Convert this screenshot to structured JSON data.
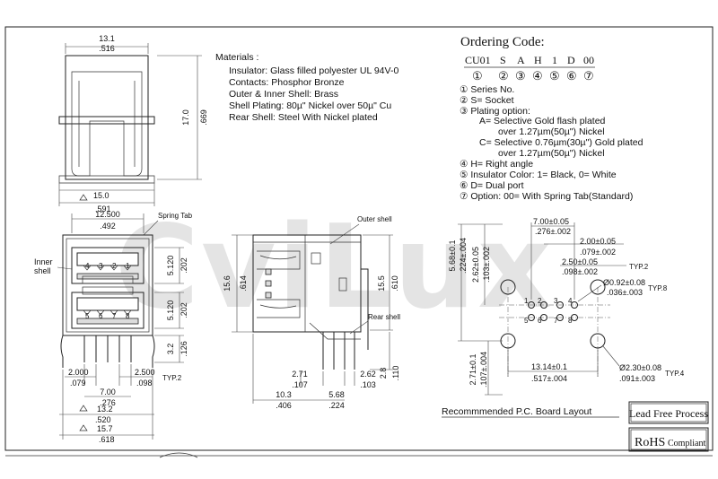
{
  "watermark": "CviLux",
  "materials": {
    "title": "Materials :",
    "lines": [
      "Insulator: Glass filled polyester UL 94V-0",
      "Contacts: Phosphor Bronze",
      "Outer & Inner Shell: Brass",
      "Shell Plating: 80µ\" Nickel over 50µ\" Cu",
      "Rear Shell: Steel With Nickel plated"
    ]
  },
  "ordering": {
    "title": "Ordering Code:",
    "code_parts": [
      "CU01",
      "S",
      "A",
      "H",
      "1",
      "D",
      "00"
    ],
    "code_nums": [
      "①",
      "②",
      "③",
      "④",
      "⑤",
      "⑥",
      "⑦"
    ],
    "lines": [
      "① Series No.",
      "② S= Socket",
      "③ Plating option:",
      "A= Selective Gold flash plated",
      "over 1.27µm(50µ\") Nickel",
      "C= Selective 0.76µm(30µ\") Gold plated",
      "over 1.27µm(50µ\") Nickel",
      "④ H= Right angle",
      "⑤ Insulator Color: 1= Black, 0= White",
      "⑥ D= Dual port",
      "⑦ Option: 00= With Spring Tab(Standard)"
    ]
  },
  "top_view": {
    "width_mm": "13.1",
    "width_in": ".516",
    "height_mm": "17.0",
    "height_in": ".669",
    "bottom_mm": "15.0",
    "bottom_in": ".591"
  },
  "front_view": {
    "spring_tab": "Spring Tab",
    "inner_shell": [
      "Inner",
      "shell"
    ],
    "top_width_mm": "12.500",
    "top_width_in": ".492",
    "upper_port_mm": "5.120",
    "upper_port_in": ".202",
    "lower_port_mm": "5.120",
    "lower_port_in": ".202",
    "pin_len_mm": "3.2",
    "pin_len_in": ".126",
    "left_pitch_mm": "2.000",
    "left_pitch_in": ".079",
    "right_pitch_mm": "2.500",
    "right_pitch_in": ".098",
    "typ2": "TYP.2",
    "span_mm": "7.00",
    "span_in": ".276",
    "width_mm": "13.2",
    "width_in": ".520",
    "overall_mm": "15.7",
    "overall_in": ".618",
    "pin_numbers_top": [
      "4",
      "3",
      "2",
      "1"
    ],
    "pin_numbers_bottom": [
      "5",
      "6",
      "7",
      "8"
    ]
  },
  "side_view": {
    "outer_shell": "Outer shell",
    "rear_shell": "Rear shell",
    "height_mm": "15.6",
    "height_in": ".614",
    "inner_height_mm": "15.5",
    "inner_height_in": ".610",
    "tab_mm": "2.71",
    "tab_in": ".107",
    "peg_mm": "2.62",
    "peg_in": ".103",
    "peg_len_mm": "2.8",
    "peg_len_in": ".110",
    "depth_mm": "10.3",
    "depth_in": ".406",
    "pin_off_mm": "5.68",
    "pin_off_in": ".224"
  },
  "pcb": {
    "w1_mm": "7.00±0.05",
    "w1_in": ".276±.002",
    "p1_mm": "2.00±0.05",
    "p1_in": ".079±.002",
    "p2_mm": "2.50±0.05",
    "p2_in": ".098±.002",
    "typ2": "TYP.2",
    "hole_mm": "Ø0.92±0.08",
    "hole_in": ".036±.003",
    "typ8": "TYP.8",
    "v1_mm": "5.68±0.1",
    "v1_in": ".224±.004",
    "v2_mm": "2.62±0.05",
    "v2_in": ".103±.002",
    "v3_mm": "2.71±0.1",
    "v3_in": ".107±.004",
    "span_mm": "13.14±0.1",
    "span_in": ".517±.004",
    "big_mm": "Ø2.30±0.08",
    "big_in": ".091±.003",
    "typ4": "TYP.4",
    "pins_top": [
      "1",
      "2",
      "3",
      "4"
    ],
    "pins_bottom": [
      "5",
      "6",
      "7",
      "8"
    ],
    "caption": "Recommmended P.C. Board Layout"
  },
  "badges": {
    "lead_free": "Lead Free Process",
    "rohs": "RoHS",
    "compliant": "Compliant"
  }
}
